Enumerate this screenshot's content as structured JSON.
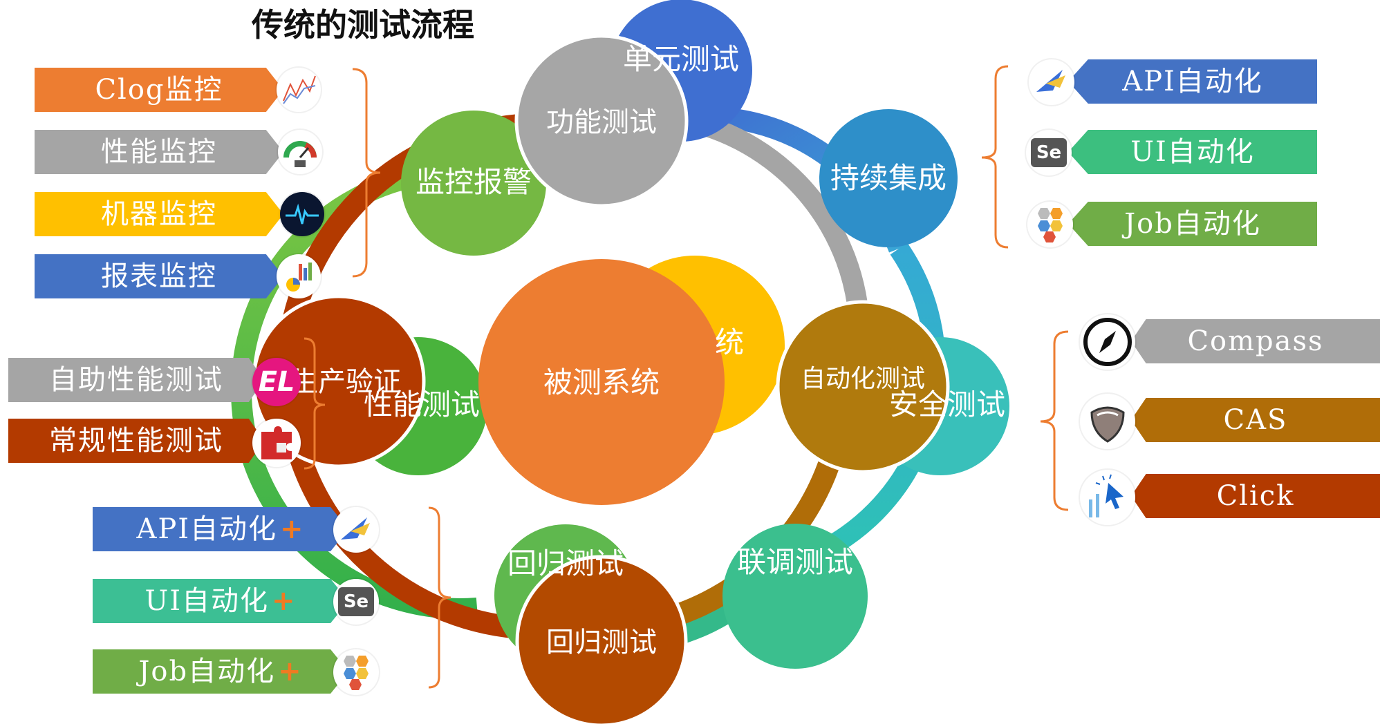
{
  "title": "传统的测试流程",
  "cycle": {
    "center": "被测系统",
    "center_back": "统",
    "nodes": {
      "unit": "单元测试",
      "functional": "功能测试",
      "ci": "持续集成",
      "monitor": "监控报警",
      "performance": "性能测试",
      "automation": "自动化测试",
      "security": "安全测试",
      "production": "生产验证",
      "regression_back": "回归测试",
      "regression": "回归测试",
      "integration": "联调测试"
    }
  },
  "monitoring_list": [
    "Clog监控",
    "性能监控",
    "机器监控",
    "报表监控"
  ],
  "perf_list": [
    "自助性能测试",
    "常规性能测试"
  ],
  "ci_list": [
    "API自动化",
    "UI自动化",
    "Job自动化"
  ],
  "regression_list": [
    "API自动化",
    "UI自动化",
    "Job自动化"
  ],
  "plus_sign": "+",
  "security_list": [
    "Compass",
    "CAS",
    "Click"
  ],
  "icon_text": {
    "selenium": "Se",
    "el": "EL"
  },
  "colors": {
    "orange": "#ed7d31",
    "gray": "#a5a5a5",
    "yellow": "#ffc000",
    "blue": "#4472c4",
    "green": "#70ad47",
    "teal": "#3cbf94",
    "brown": "#b06d08",
    "rust": "#b33a00",
    "light_gray": "#a6a6a6"
  }
}
